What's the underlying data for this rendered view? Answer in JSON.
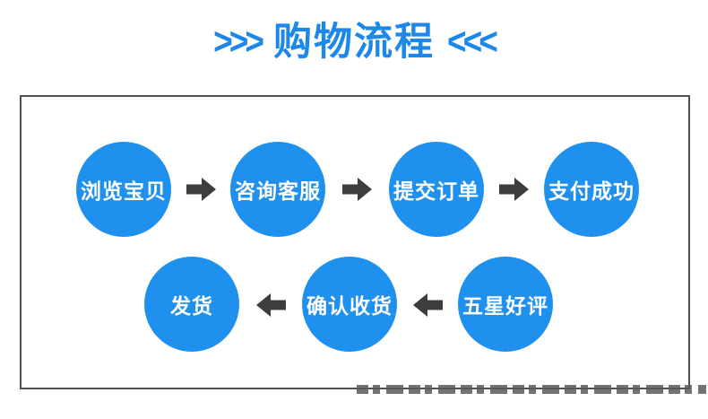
{
  "colors": {
    "title_blue": "#1d88ea",
    "circle_blue": "#2090ee",
    "arrow_dark": "#3d3d3d",
    "box_border": "#4f4f4f",
    "circle_text": "#ffffff",
    "background": "#ffffff",
    "watermark_gray": "#5a5a5a"
  },
  "header": {
    "left_chevrons": ">>>",
    "title": "购物流程",
    "right_chevrons": "<<<"
  },
  "flow": {
    "rows": [
      {
        "direction": "right",
        "steps": [
          {
            "label": "浏览宝贝"
          },
          {
            "label": "咨询客服"
          },
          {
            "label": "提交订单"
          },
          {
            "label": "支付成功"
          }
        ]
      },
      {
        "direction": "left",
        "steps": [
          {
            "label": "发货"
          },
          {
            "label": "确认收货"
          },
          {
            "label": "五星好评"
          }
        ]
      }
    ]
  }
}
